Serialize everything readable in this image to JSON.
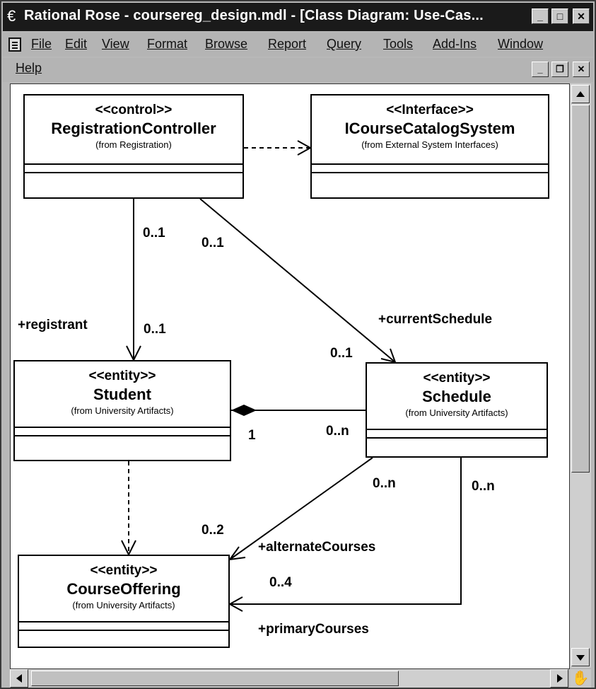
{
  "window": {
    "title": "Rational Rose - coursereg_design.mdl - [Class Diagram: Use-Cas..."
  },
  "menu": [
    "File",
    "Edit",
    "View",
    "Format",
    "Browse",
    "Report",
    "Query",
    "Tools",
    "Add-Ins",
    "Window",
    "Help"
  ],
  "classes": {
    "registration_controller": {
      "stereotype": "<<control>>",
      "name": "RegistrationController",
      "from": "(from Registration)"
    },
    "icourse_catalog_system": {
      "stereotype": "<<Interface>>",
      "name": "ICourseCatalogSystem",
      "from": "(from External System Interfaces)"
    },
    "student": {
      "stereotype": "<<entity>>",
      "name": "Student",
      "from": "(from University Artifacts)"
    },
    "schedule": {
      "stereotype": "<<entity>>",
      "name": "Schedule",
      "from": "(from University Artifacts)"
    },
    "course_offering": {
      "stereotype": "<<entity>>",
      "name": "CourseOffering",
      "from": "(from University Artifacts)"
    }
  },
  "labels": {
    "rc_student_mult_top": "0..1",
    "rc_schedule_mult_top": "0..1",
    "registrant_role": "+registrant",
    "student_mult": "0..1",
    "current_schedule_role": "+currentSchedule",
    "schedule_mult": "0..1",
    "composition_student_mult": "1",
    "composition_schedule_mult": "0..n",
    "alternate_schedule_mult": "0..n",
    "primary_schedule_mult": "0..n",
    "alternate_courses_mult": "0..2",
    "alternate_courses_role": "+alternateCourses",
    "primary_courses_mult": "0..4",
    "primary_courses_role": "+primaryCourses"
  },
  "icons": {
    "system_menu": "rose-icon",
    "document": "document-icon",
    "corner": "hand-icon"
  }
}
